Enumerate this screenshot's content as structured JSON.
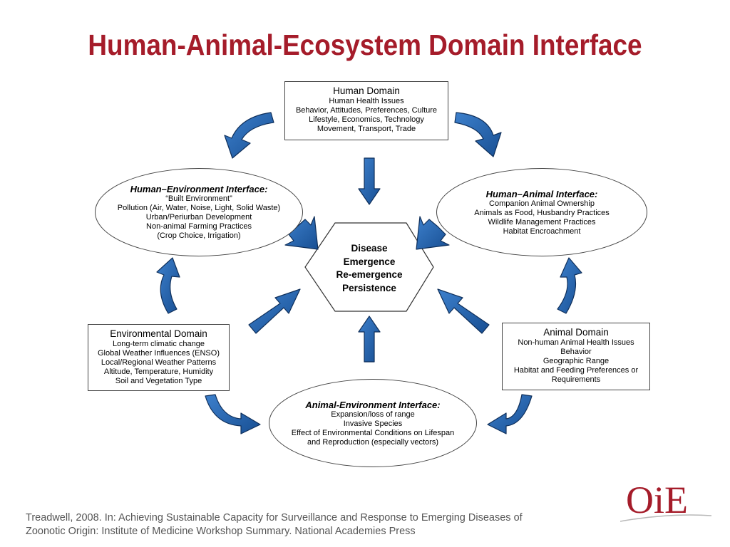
{
  "title": "Human-Animal-Ecosystem Domain Interface",
  "center": {
    "lines": [
      "Disease",
      "Emergence",
      "Re-emergence",
      "Persistence"
    ]
  },
  "human_domain": {
    "heading": "Human Domain",
    "items": [
      "Human Health Issues",
      "Behavior, Attitudes, Preferences, Culture",
      "Lifestyle, Economics, Technology",
      "Movement, Transport, Trade"
    ]
  },
  "human_environment": {
    "heading": "Human–Environment Interface:",
    "items": [
      "“Built Environment”",
      "Pollution (Air, Water, Noise, Light, Solid Waste)",
      "Urban/Periurban Development",
      "Non-animal Farming Practices",
      "(Crop Choice, Irrigation)"
    ]
  },
  "human_animal": {
    "heading": "Human–Animal Interface:",
    "items": [
      "Companion Animal Ownership",
      "Animals as Food, Husbandry Practices",
      "Wildlife Management Practices",
      "Habitat Encroachment"
    ]
  },
  "environmental_domain": {
    "heading": "Environmental Domain",
    "items": [
      "Long-term climatic change",
      "Global Weather Influences (ENSO)",
      "Local/Regional Weather Patterns",
      "Altitude, Temperature, Humidity",
      "Soil and Vegetation Type"
    ]
  },
  "animal_domain": {
    "heading": "Animal Domain",
    "items": [
      "Non-human Animal Health Issues",
      "Behavior",
      "Geographic Range",
      "Habitat and Feeding Preferences or",
      "Requirements"
    ]
  },
  "animal_environment": {
    "heading": "Animal-Environment Interface:",
    "items": [
      "Expansion/loss of range",
      "Invasive Species",
      "Effect of Environmental Conditions on Lifespan",
      "and Reproduction (especially vectors)"
    ]
  },
  "citation": {
    "line1": "Treadwell, 2008. In: Achieving Sustainable Capacity for Surveillance and Response to Emerging Diseases of",
    "line2": "Zoonotic Origin: Institute of Medicine Workshop Summary. National Academies Press"
  },
  "logo": {
    "text": "OiE"
  },
  "colors": {
    "title": "#a51c2a",
    "arrow_fill": "#1f5fa8",
    "arrow_edge": "#0f2f5a",
    "logo": "#a51c2a"
  }
}
